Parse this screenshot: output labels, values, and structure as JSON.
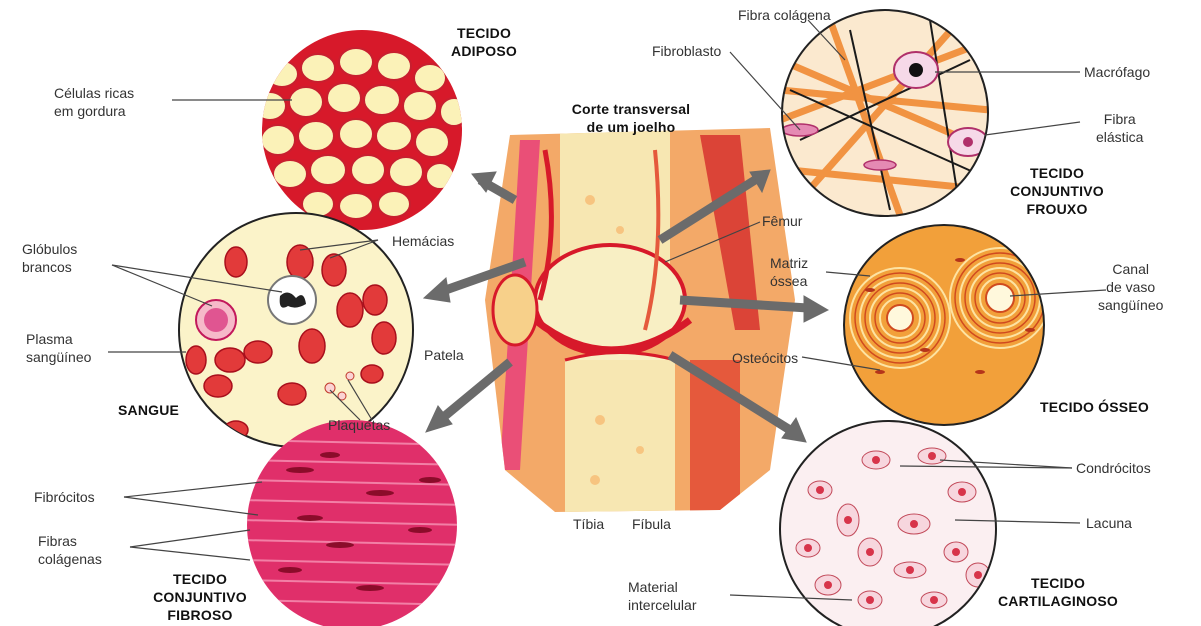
{
  "center": {
    "title_line1": "Corte transversal",
    "title_line2": "de um joelho",
    "femur": "Fêmur",
    "patela": "Patela",
    "tibia": "Tíbia",
    "fibula": "Fíbula",
    "hemacias": "Hemácias",
    "plaquetas": "Plaquetas"
  },
  "adiposo": {
    "title_line1": "TECIDO",
    "title_line2": "ADIPOSO",
    "cells_line1": "Células ricas",
    "cells_line2": "em gordura"
  },
  "sangue": {
    "title": "SANGUE",
    "globulos_line1": "Glóbulos",
    "globulos_line2": "brancos",
    "plasma_line1": "Plasma",
    "plasma_line2": "sangüíneo"
  },
  "fibroso": {
    "title_line1": "TECIDO",
    "title_line2": "CONJUNTIVO",
    "title_line3": "FIBROSO",
    "fibrocitos": "Fibrócitos",
    "fibras_line1": "Fibras",
    "fibras_line2": "colágenas"
  },
  "frouxo": {
    "title_line1": "TECIDO",
    "title_line2": "CONJUNTIVO",
    "title_line3": "FROUXO",
    "fibra_colagena": "Fibra colágena",
    "fibroblasto": "Fibroblasto",
    "macrofago": "Macrófago",
    "fibra_elastica_line1": "Fibra",
    "fibra_elastica_line2": "elástica"
  },
  "osseo": {
    "title": "TECIDO ÓSSEO",
    "matriz_line1": "Matriz",
    "matriz_line2": "óssea",
    "canal_line1": "Canal",
    "canal_line2": "de vaso",
    "canal_line3": "sangüíneo",
    "osteocitos": "Osteócitos"
  },
  "cartilaginoso": {
    "title_line1": "TECIDO",
    "title_line2": "CARTILAGINOSO",
    "condrocitos": "Condrócitos",
    "lacuna": "Lacuna",
    "material_line1": "Material",
    "material_line2": "intercelular"
  },
  "colors": {
    "red": "#d7192a",
    "pink": "#e8407a",
    "fat": "#fbf2b8",
    "bone": "#f4a53c",
    "arrow": "#6b6b6b"
  }
}
